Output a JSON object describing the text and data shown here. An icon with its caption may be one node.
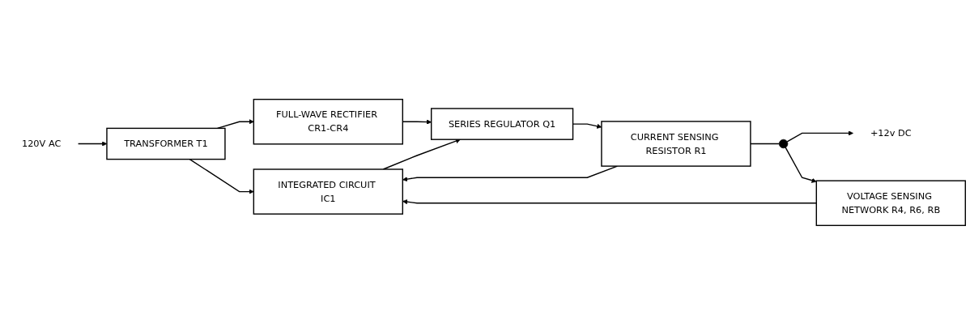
{
  "diagram": {
    "nodes": [
      {
        "text": [
          "INTEGRATED CIRCUIT IC1"
        ]
      },
      {
        "text": [
          "VOLTAGE SENSING NETWORK R4, R6, RB"
        ]
      },
      {
        "text": [
          "120V AC"
        ]
      },
      {
        "text": [
          "TRANSFORMER T1"
        ]
      },
      {
        "text": [
          "FULL-WAVE RECTIFIER CR1-CR4"
        ]
      },
      {
        "text": [
          "SERIES REGULATOR Q1"
        ]
      },
      {
        "text": [
          "CURRENT SENSING RESISTOR R1"
        ]
      },
      {
        "text": [],
        "shape": "circle"
      },
      {
        "text": [
          "+12v DC"
        ]
      }
    ],
    "edges": [
      {
        "from": 2,
        "to": 3,
        "arrow": "to"
      },
      {
        "from": 3,
        "to": 0,
        "arrow": "to"
      },
      {
        "from": 3,
        "to": 4,
        "arrow": "to"
      },
      {
        "from": 4,
        "to": 5,
        "arrow": "to"
      },
      {
        "from": 5,
        "to": 6,
        "arrow": "to"
      },
      {
        "from": 0,
        "to": 5,
        "arrow": "to"
      },
      {
        "from": 6,
        "to": 0,
        "arrow": "to"
      },
      {
        "from": 6,
        "to": 7,
        "arrow": "none"
      },
      {
        "from": 7,
        "to": 8,
        "arrow": "to"
      },
      {
        "from": 7,
        "to": 1,
        "arrow": "to"
      },
      {
        "from": 1,
        "to": 0,
        "arrow": "to"
      }
    ]
  }
}
